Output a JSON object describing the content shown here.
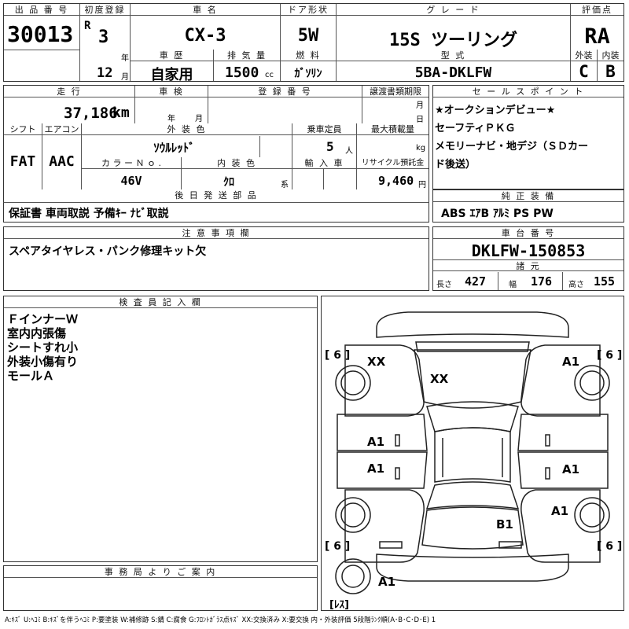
{
  "headers": {
    "lot_no": "出 品 番 号",
    "first_reg": "初度登録",
    "car_name": "車 名",
    "door": "ドア形状",
    "grade": "グ レ ー ド",
    "score": "評価点",
    "history": "車 歴",
    "displacement": "排 気 量",
    "fuel": "燃 料",
    "model": "型 式",
    "exterior": "外装",
    "interior": "内装",
    "mileage": "走 行",
    "inspection": "車 検",
    "registration": "登 録 番 号",
    "transfer": "譲渡書類期限",
    "sales_point": "セ ー ル ス ポ イ ン ト",
    "shift": "シフト",
    "ac": "エアコン",
    "ext_color": "外 装 色",
    "capacity": "乗車定員",
    "max_load": "最大積載量",
    "color_no": "カ ラ ー Ｎ ｏ .",
    "int_color": "内 装 色",
    "import": "輸 入 車",
    "recycle": "リサイクル預託金",
    "later_items": "後 日 発 送 部 品",
    "genuine": "純 正 装 備",
    "caution": "注 意 事 項 欄",
    "chassis": "車 台 番 号",
    "specs": "諸 元",
    "inspector": "検 査 員 記 入 欄",
    "office": "事 務 局 よ り ご 案 内"
  },
  "vehicle": {
    "lot_no": "30013",
    "era": "R",
    "year": "3",
    "year_unit": "年",
    "month": "12",
    "month_unit": "月",
    "car_name": "CX-3",
    "door": "5W",
    "grade": "15S ツーリング",
    "score": "RA",
    "history": "自家用",
    "displacement": "1500",
    "displacement_unit": "cc",
    "fuel": "ｶﾞｿﾘﾝ",
    "model": "5BA-DKLFW",
    "exterior_grade": "C",
    "interior_grade": "B",
    "mileage": "37,186",
    "mileage_unit": "km",
    "insp_year_unit": "年",
    "insp_month_unit": "月",
    "transfer_month_unit": "月",
    "transfer_day_unit": "日",
    "shift": "FAT",
    "ac": "AAC",
    "ext_color": "ｿｳﾙﾚｯﾄﾞ",
    "capacity": "5",
    "capacity_unit": "人",
    "load_unit": "kg",
    "color_no": "46V",
    "int_color": "ｸﾛ",
    "int_color_unit": "系",
    "recycle": "9,460",
    "recycle_unit": "円",
    "later_items": "保証書 車両取説 予備ｷｰ ﾅﾋﾞ取説",
    "genuine": "ABS ｴｱB ｱﾙﾐ PS PW",
    "caution": "スペアタイヤレス・パンク修理キット欠",
    "chassis": "DKLFW-150853",
    "length_label": "長さ",
    "length": "427",
    "width_label": "幅",
    "width": "176",
    "height_label": "高さ",
    "height": "155"
  },
  "sales_points": [
    "★オークションデビュー★",
    "セーフティＰＫＧ",
    "メモリーナビ・地デジ（ＳＤカー",
    "ド後送）"
  ],
  "inspector_notes": [
    "ＦインナーＷ",
    "室内内張傷",
    "シートすれ小",
    "外装小傷有り",
    "モールＡ"
  ],
  "diagram": {
    "tire_fl": "[ 6 ]",
    "tire_fr": "[ 6 ]",
    "tire_rl": "[ 6 ]",
    "tire_rr": "[ 6 ]",
    "spare": "[ﾚｽ]",
    "marks": [
      {
        "id": "front-left-fender",
        "text": "XX"
      },
      {
        "id": "hood",
        "text": "XX"
      },
      {
        "id": "front-right-fender",
        "text": "A1"
      },
      {
        "id": "left-front-door",
        "text": "A1"
      },
      {
        "id": "left-rear-door",
        "text": "A1"
      },
      {
        "id": "right-rear-door",
        "text": "A1"
      },
      {
        "id": "right-rear-fender",
        "text": "A1"
      },
      {
        "id": "trunk",
        "text": "B1"
      },
      {
        "id": "rear-bumper",
        "text": "A1"
      }
    ]
  },
  "legend": "A:ｷｽﾞ U:ﾍｺﾐ B:ｷｽﾞを伴うﾍｺﾐ P:要塗装 W:補修跡 S:錆 C:腐食 G:ﾌﾛﾝﾄｶﾞﾗｽ点ｷｽﾞ XX:交換済み X:要交換 内・外装評価 5段階ﾗﾝｸ順(A･B･C･D･E) 1"
}
